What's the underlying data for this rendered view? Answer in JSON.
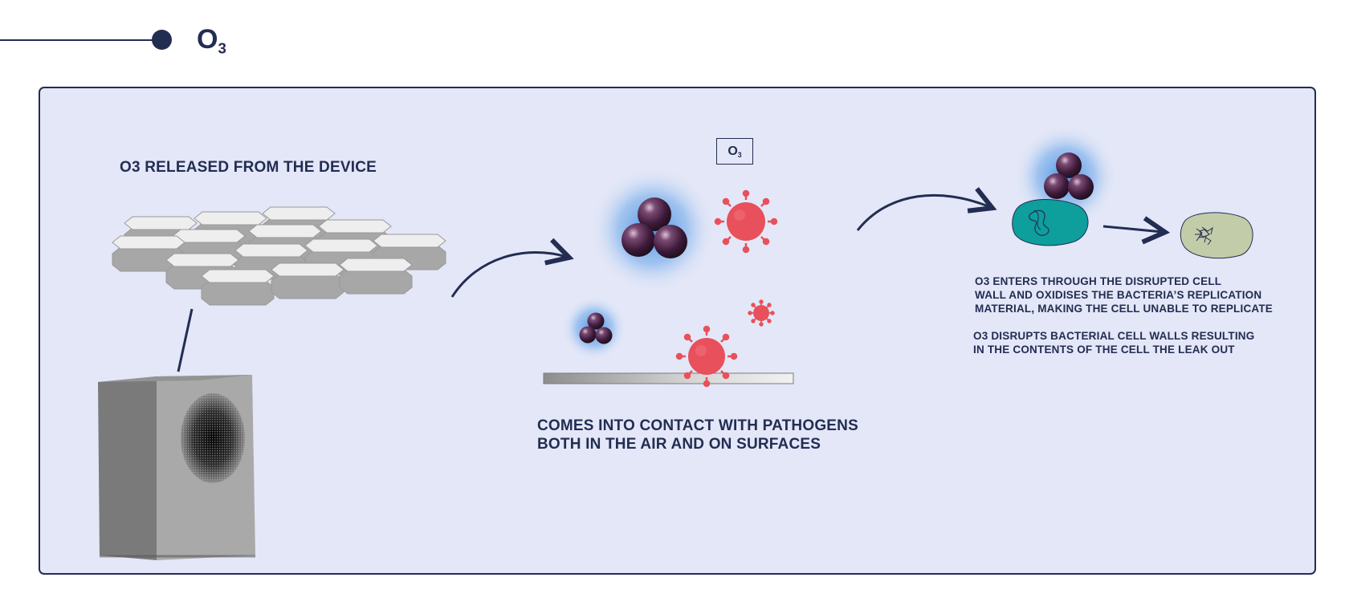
{
  "header": {
    "title_main": "O",
    "title_sub": "3"
  },
  "captions": {
    "released": "O3 RELEASED FROM THE DEVICE",
    "contact_line1": "COMES INTO CONTACT WITH PATHOGENS",
    "contact_line2": "BOTH IN THE AIR AND ON SURFACES",
    "enters_line1": "O3 ENTERS THROUGH THE DISRUPTED CELL",
    "enters_line2": "WALL AND OXIDISES THE BACTERIA’S REPLICATION",
    "enters_line3": "MATERIAL, MAKING THE CELL UNABLE TO REPLICATE",
    "disrupts_line1": "O3 DISRUPTS BACTERIAL CELL WALLS RESULTING",
    "disrupts_line2": "IN THE CONTENTS OF THE CELL THE LEAK OUT"
  },
  "o3_label": {
    "main": "O",
    "sub": "3"
  },
  "colors": {
    "navy": "#232d52",
    "panel_bg": "#e3e7f7",
    "virus_red": "#e8505b",
    "bacteria_teal": "#0e9e9c",
    "bacteria_dead": "#c2cca8",
    "molecule_purple": "#4a2344",
    "glow_blue": "#3f8ee0"
  }
}
